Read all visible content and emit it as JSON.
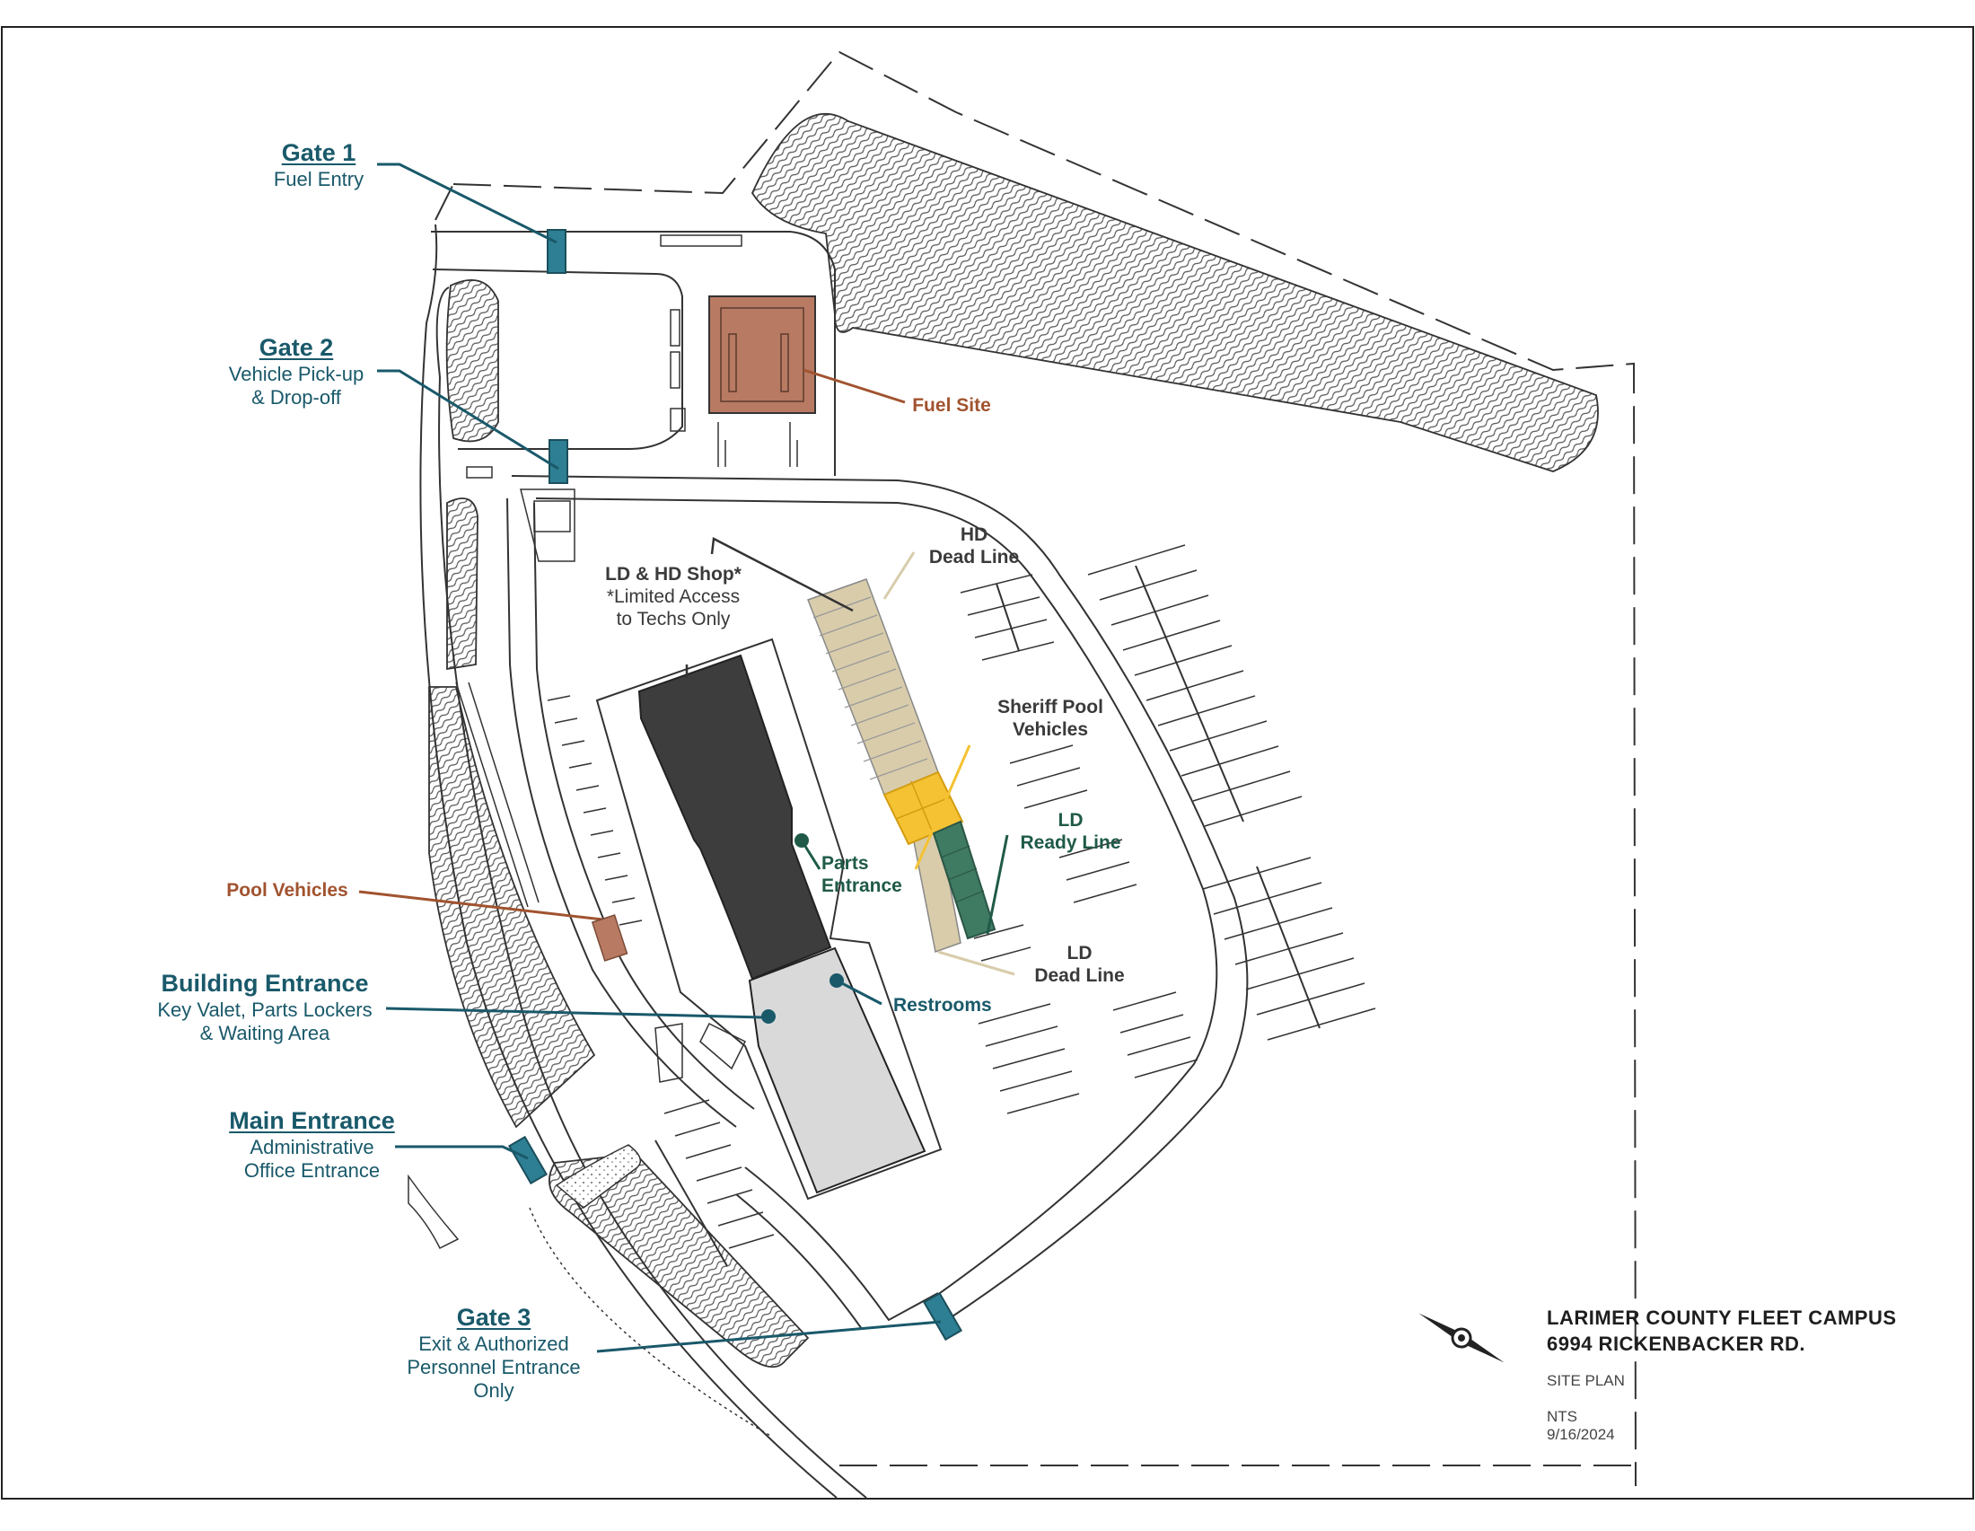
{
  "gates": {
    "gate1": {
      "title": "Gate 1",
      "subtitle": "Fuel Entry"
    },
    "gate2": {
      "title": "Gate 2",
      "subtitle_line1": "Vehicle Pick-up",
      "subtitle_line2": "& Drop-off"
    },
    "main": {
      "title": "Main Entrance",
      "subtitle_line1": "Administrative",
      "subtitle_line2": "Office Entrance"
    },
    "gate3": {
      "title": "Gate 3",
      "subtitle_line1": "Exit & Authorized",
      "subtitle_line2": "Personnel Entrance",
      "subtitle_line3": "Only"
    }
  },
  "building_entrance": {
    "title": "Building Entrance",
    "line1": "Key Valet, Parts Lockers",
    "line2": "& Waiting Area"
  },
  "pool_vehicles": "Pool Vehicles",
  "fuel_site": "Fuel Site",
  "shop": {
    "title": "LD & HD Shop*",
    "line1": "*Limited Access",
    "line2": "to Techs Only"
  },
  "parts_entrance": {
    "line1": "Parts",
    "line2": "Entrance"
  },
  "restrooms": "Restrooms",
  "hd_dead_line": {
    "line1": "HD",
    "line2": "Dead Line"
  },
  "sheriff_pool": {
    "line1": "Sheriff Pool",
    "line2": "Vehicles"
  },
  "ld_ready_line": {
    "line1": "LD",
    "line2": "Ready Line"
  },
  "ld_dead_line": {
    "line1": "LD",
    "line2": "Dead Line"
  },
  "title_block": {
    "title_line1": "LARIMER COUNTY FLEET CAMPUS",
    "title_line2": "6994 RICKENBACKER RD.",
    "sheet": "SITE PLAN",
    "scale": "NTS",
    "date": "9/16/2024"
  },
  "colors": {
    "gate_teal": "#2e7f93",
    "label_teal": "#19596a",
    "fuel_rust": "#b87a63",
    "hd_tan": "#d8ccab",
    "sheriff_yellow": "#f4c232",
    "ld_green": "#3f7a63",
    "shop_dark": "#3d3d3d",
    "office_gray": "#d9d9d9"
  }
}
